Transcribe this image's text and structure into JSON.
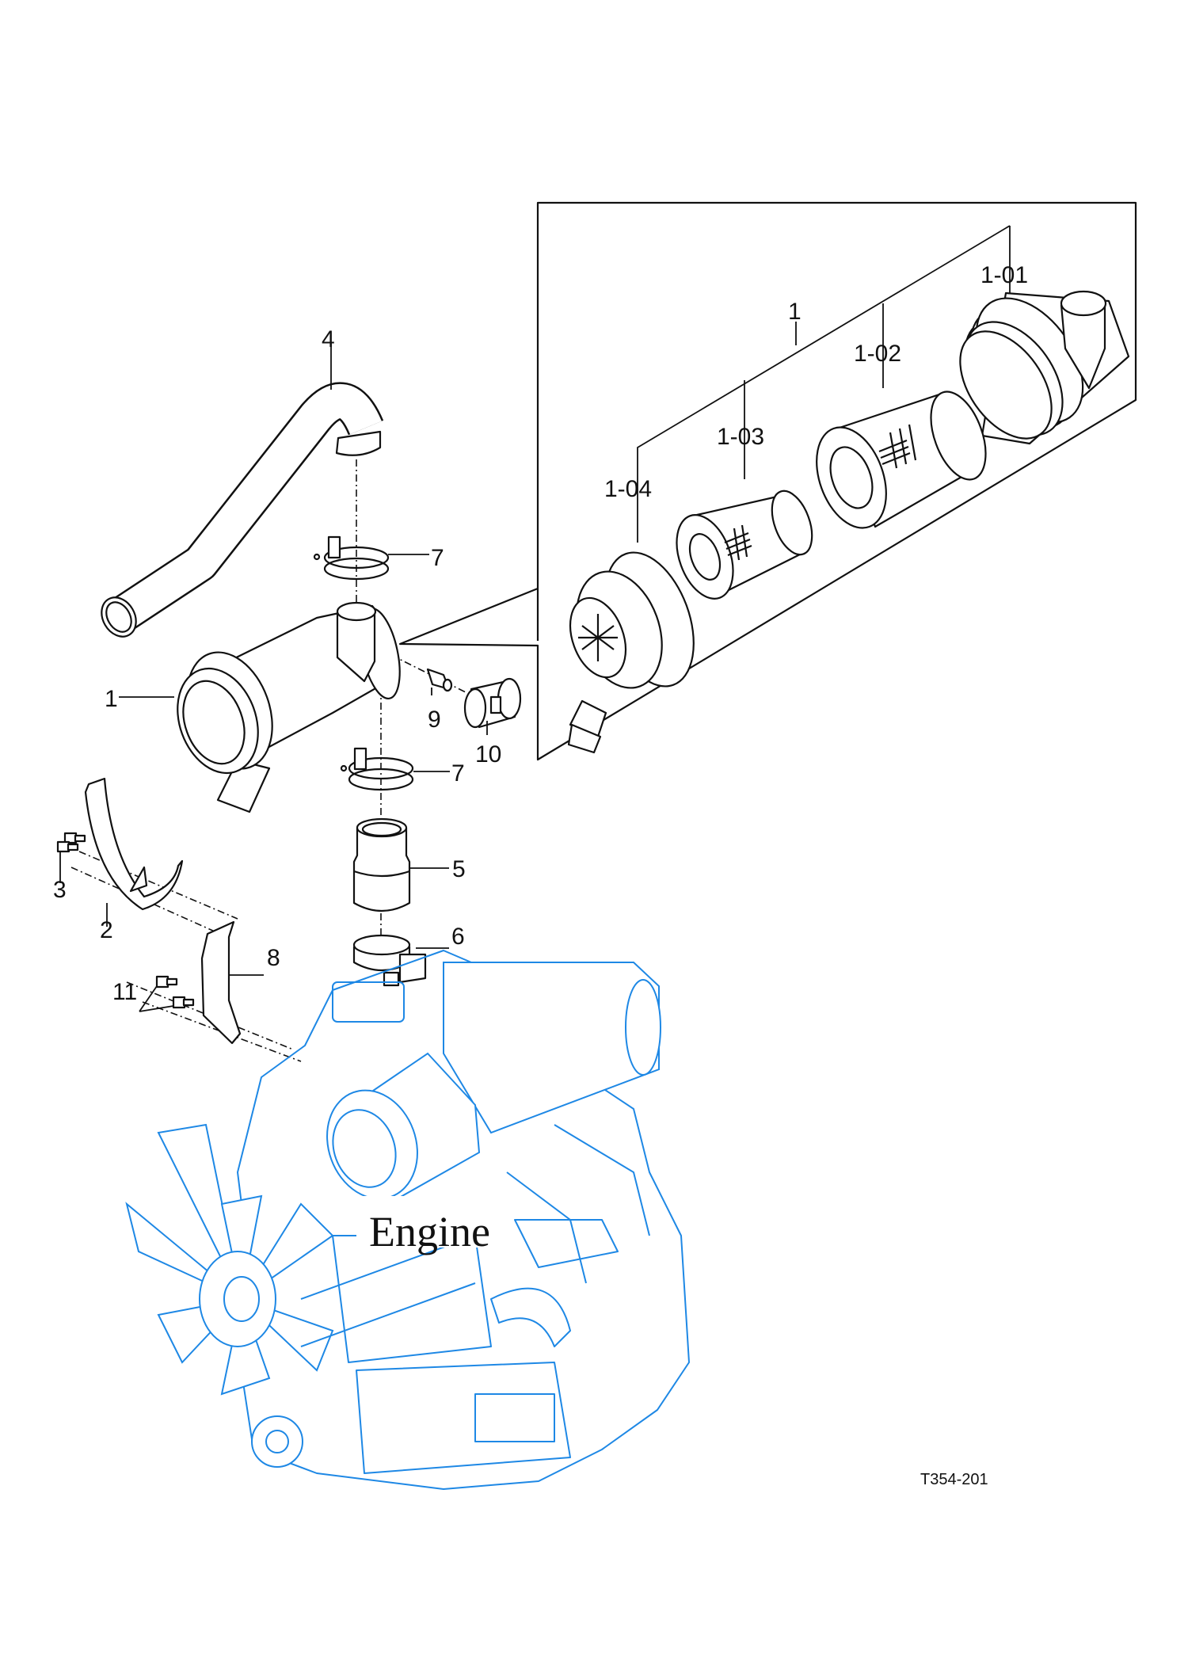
{
  "diagram": {
    "callouts": {
      "hose": "4",
      "clamp_upper": "7",
      "air_cleaner": "1",
      "indicator_adapter": "9",
      "indicator": "10",
      "clamp_lower": "7",
      "bolts_strap": "3",
      "coupling": "5",
      "strap": "2",
      "hose_clamp": "6",
      "bracket": "8",
      "bolts_bracket": "11"
    },
    "detail": {
      "assembly": "1",
      "body": "1-01",
      "main_element": "1-02",
      "safety_element": "1-03",
      "cover": "1-04"
    },
    "engine_label": "Engine",
    "figure_code": "T354-201",
    "colors": {
      "engine": "#1e88e5",
      "parts": "#111111"
    }
  }
}
